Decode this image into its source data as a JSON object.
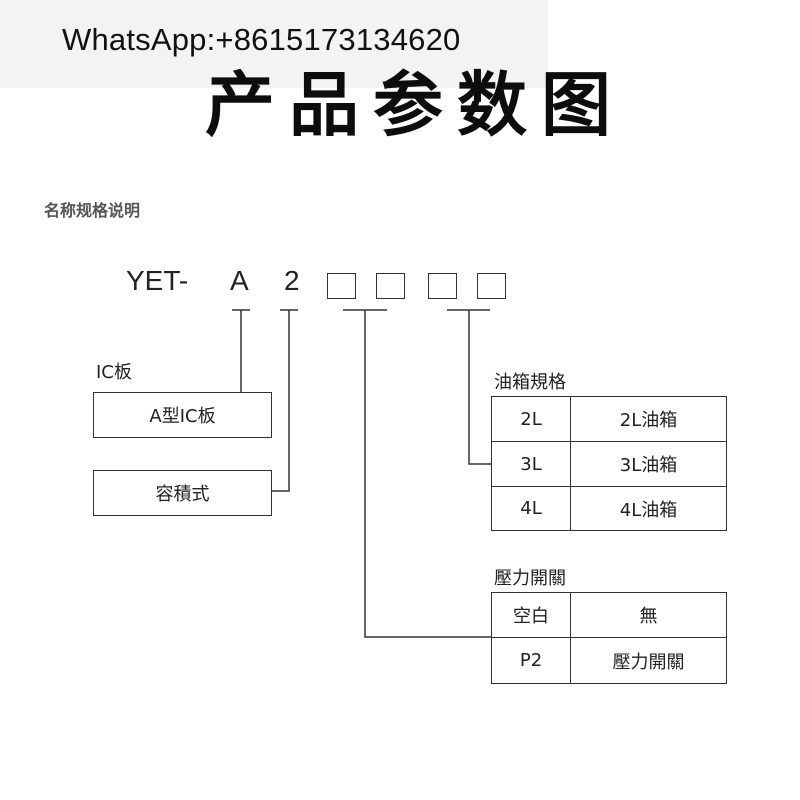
{
  "watermark": "WhatsApp:+8615173134620",
  "title": "产品参数图",
  "subtitle": "名称规格说明",
  "code": {
    "prefix": "YET-",
    "part_a": "A",
    "part_2": "2"
  },
  "ic_board": {
    "label": "IC板",
    "value": "A型IC板"
  },
  "volume_type": "容積式",
  "tank_spec": {
    "label": "油箱規格",
    "rows": [
      {
        "code": "2L",
        "desc": "2L油箱"
      },
      {
        "code": "3L",
        "desc": "3L油箱"
      },
      {
        "code": "4L",
        "desc": "4L油箱"
      }
    ]
  },
  "pressure_switch": {
    "label": "壓力開關",
    "rows": [
      {
        "code": "空白",
        "desc": "無"
      },
      {
        "code": "P2",
        "desc": "壓力開關"
      }
    ]
  }
}
